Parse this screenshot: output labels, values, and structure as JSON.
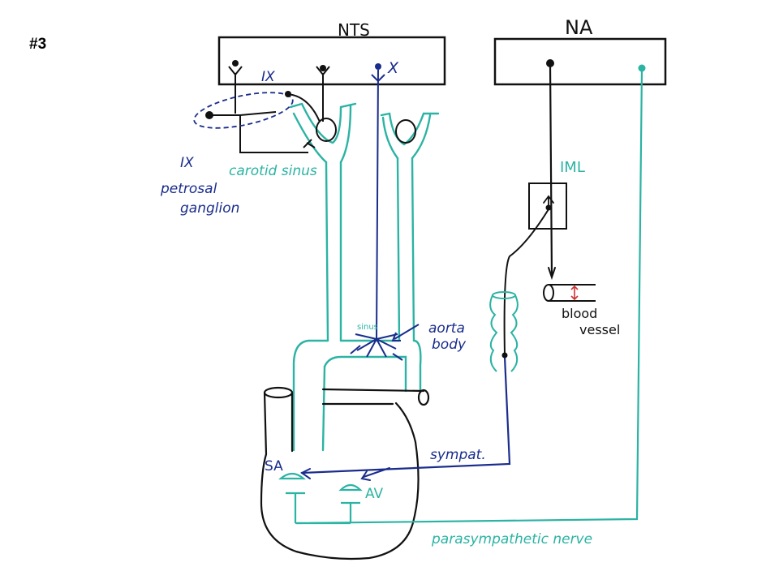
{
  "slide_number": "#3",
  "colors": {
    "ink": "#111111",
    "afferent_blue": "#1a2d8c",
    "teal": "#2bb3a3",
    "red_arrow": "#d23030",
    "background": "#ffffff"
  },
  "labels": {
    "nts": "NTS",
    "na": "NA",
    "ix_top": "IX",
    "x_top": "X",
    "ix_left": "IX",
    "petrosal_line1": "petrosal",
    "petrosal_line2": "ganglion",
    "carotid_sinus": "carotid sinus",
    "iml": "IML",
    "blood_line1": "blood",
    "blood_line2": "vessel",
    "sinus_small": "sinus",
    "aorta_line1": "aorta",
    "aorta_line2": "body",
    "sympat": "sympat.",
    "sa": "SA",
    "av": "AV",
    "parasympathetic": "parasympathetic nerve"
  }
}
